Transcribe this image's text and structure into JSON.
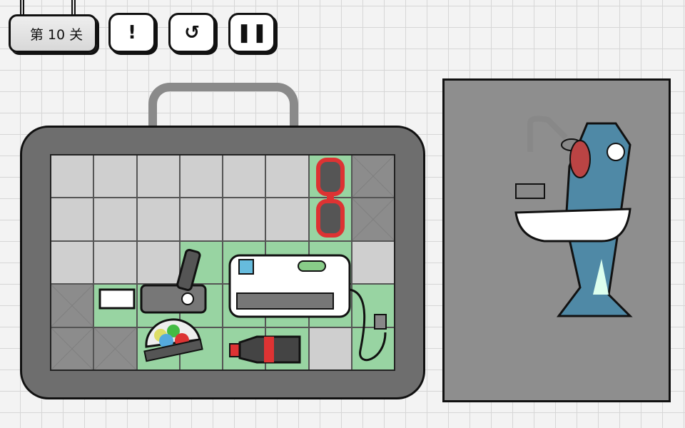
{
  "hud": {
    "level_label": "第 10 关",
    "hint_icon": "!",
    "restart_icon": "restart-icon",
    "pause_icon": "pause-icon"
  },
  "colors": {
    "occupied": "#98d4a2",
    "empty": "#cfcfcf",
    "blocked": "#8c8c8c"
  },
  "grid": {
    "rows": [
      [
        "L",
        "L",
        "L",
        "L",
        "L",
        "L",
        "G",
        "D"
      ],
      [
        "L",
        "L",
        "L",
        "L",
        "L",
        "L",
        "G",
        "D"
      ],
      [
        "L",
        "L",
        "L",
        "G",
        "G",
        "G",
        "G",
        "L"
      ],
      [
        "D",
        "G",
        "G",
        "G",
        "G",
        "G",
        "G",
        "G"
      ],
      [
        "D",
        "D",
        "G",
        "G",
        "G",
        "G",
        "L",
        "G"
      ]
    ]
  },
  "items": [
    "sunglasses",
    "camcorder",
    "printer",
    "gumball-dome",
    "cola-bottle"
  ],
  "target": "shark-in-bathtub"
}
